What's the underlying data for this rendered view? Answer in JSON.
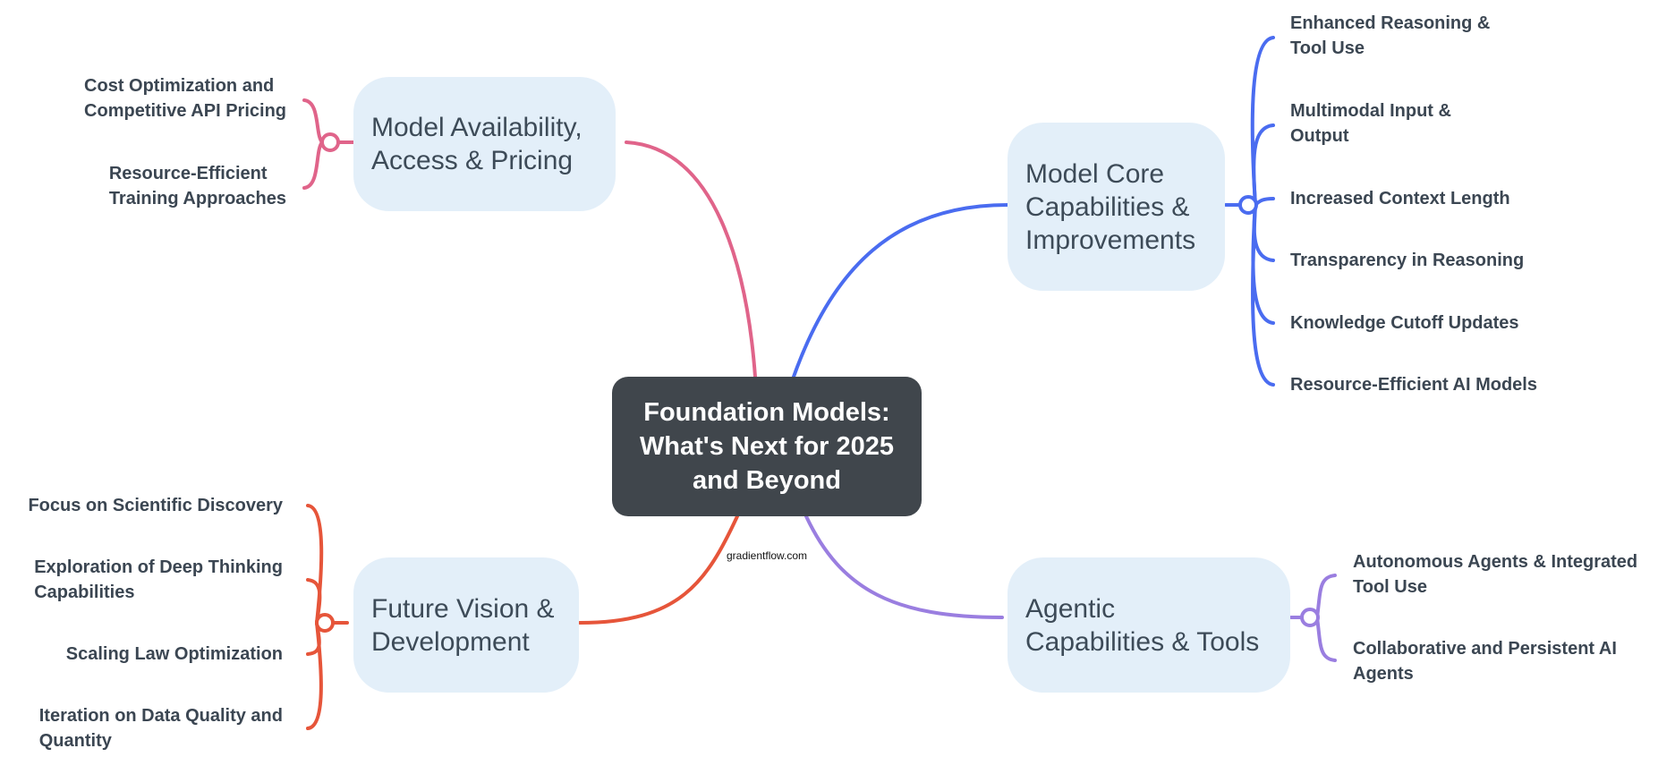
{
  "central": {
    "line1": "Foundation Models:",
    "line2": "What's Next for 2025",
    "line3": "and Beyond"
  },
  "watermark": "gradientflow.com",
  "branches": {
    "availability": {
      "title1": "Model Availability,",
      "title2": "Access & Pricing",
      "color": "#e0648a",
      "leaves": [
        {
          "l1": "Cost Optimization and",
          "l2": "Competitive API Pricing"
        },
        {
          "l1": "Resource-Efficient",
          "l2": "Training Approaches"
        }
      ]
    },
    "core": {
      "title1": "Model Core",
      "title2": "Capabilities &",
      "title3": "Improvements",
      "color": "#4a6cf0",
      "leaves": [
        {
          "l1": "Enhanced Reasoning &",
          "l2": "Tool Use"
        },
        {
          "l1": "Multimodal Input &",
          "l2": "Output"
        },
        {
          "l1": "Increased Context Length"
        },
        {
          "l1": "Transparency in Reasoning"
        },
        {
          "l1": "Knowledge Cutoff Updates"
        },
        {
          "l1": "Resource-Efficient AI Models"
        }
      ]
    },
    "future": {
      "title1": "Future Vision &",
      "title2": "Development",
      "color": "#e6553a",
      "leaves": [
        {
          "l1": "Focus on Scientific Discovery"
        },
        {
          "l1": "Exploration of Deep Thinking",
          "l2": "Capabilities"
        },
        {
          "l1": "Scaling Law Optimization"
        },
        {
          "l1": "Iteration on Data Quality and",
          "l2": "Quantity"
        }
      ]
    },
    "agentic": {
      "title1": "Agentic",
      "title2": "Capabilities & Tools",
      "color": "#9a7ee0",
      "leaves": [
        {
          "l1": "Autonomous Agents & Integrated",
          "l2": "Tool Use"
        },
        {
          "l1": "Collaborative and Persistent AI",
          "l2": "Agents"
        }
      ]
    }
  }
}
